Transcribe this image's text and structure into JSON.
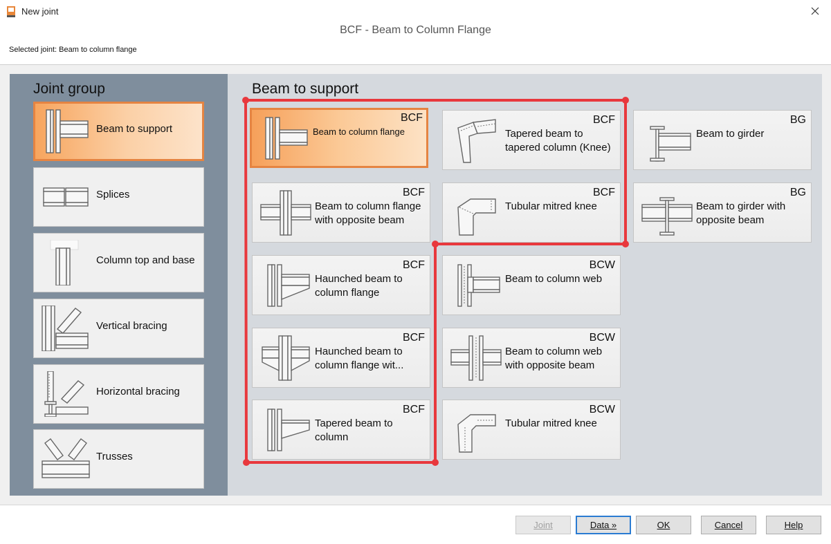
{
  "window": {
    "title": "New joint",
    "close_glyph": "✕"
  },
  "dialog": {
    "title": "BCF - Beam to Column Flange",
    "selected_info": "Selected joint: Beam to column flange"
  },
  "joint_group": {
    "heading": "Joint group",
    "items": [
      {
        "label": "Beam to support",
        "icon": "beam-to-support-icon",
        "selected": true
      },
      {
        "label": "Splices",
        "icon": "splice-icon",
        "selected": false
      },
      {
        "label": "Column top and base",
        "icon": "column-top-base-icon",
        "selected": false
      },
      {
        "label": "Vertical bracing",
        "icon": "vertical-bracing-icon",
        "selected": false
      },
      {
        "label": "Horizontal bracing",
        "icon": "horizontal-bracing-icon",
        "selected": false
      },
      {
        "label": "Trusses",
        "icon": "truss-icon",
        "selected": false
      }
    ]
  },
  "beam_to_support": {
    "heading": "Beam to support",
    "joints": [
      {
        "code": "BCF",
        "label": "Beam to column flange",
        "selected": true
      },
      {
        "code": "BCF",
        "label": "Tapered beam to tapered column (Knee)",
        "selected": false
      },
      {
        "code": "BG",
        "label": "Beam to girder",
        "selected": false
      },
      {
        "code": "BCF",
        "label": "Beam to column flange with opposite beam",
        "selected": false
      },
      {
        "code": "BCF",
        "label": "Tubular mitred knee",
        "selected": false
      },
      {
        "code": "BG",
        "label": "Beam to girder with opposite beam",
        "selected": false
      },
      {
        "code": "BCF",
        "label": "Haunched beam to column flange",
        "selected": false
      },
      {
        "code": "BCW",
        "label": "Beam to column web",
        "selected": false
      },
      {
        "code": "BCF",
        "label": "Haunched beam to column flange wit...",
        "selected": false
      },
      {
        "code": "BCW",
        "label": "Beam to column web with opposite beam",
        "selected": false
      },
      {
        "code": "BCF",
        "label": "Tapered beam to column",
        "selected": false
      },
      {
        "code": "BCW",
        "label": "Tubular mitred knee",
        "selected": false
      }
    ]
  },
  "buttons": {
    "joint": "Joint",
    "data": "Data »",
    "ok": "OK",
    "cancel": "Cancel",
    "help": "Help"
  },
  "colors": {
    "selection_orange": "#e58442",
    "annotation_red": "#e8383d",
    "left_panel": "#7f8e9d",
    "right_panel": "#d5d9de"
  }
}
